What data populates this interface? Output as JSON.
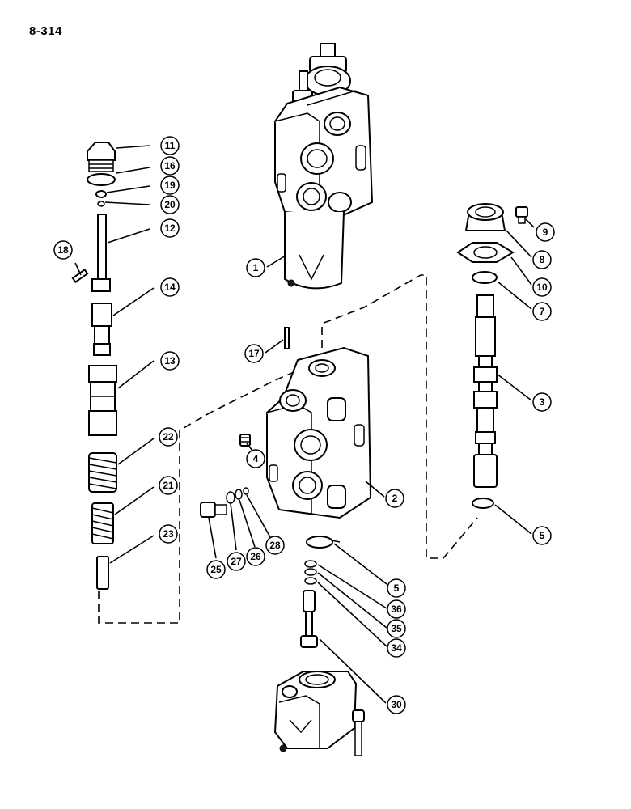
{
  "page_number": "8-314",
  "callouts": [
    {
      "n": "11"
    },
    {
      "n": "16"
    },
    {
      "n": "19"
    },
    {
      "n": "20"
    },
    {
      "n": "12"
    },
    {
      "n": "18"
    },
    {
      "n": "14"
    },
    {
      "n": "13"
    },
    {
      "n": "22"
    },
    {
      "n": "21"
    },
    {
      "n": "23"
    },
    {
      "n": "1"
    },
    {
      "n": "17"
    },
    {
      "n": "4"
    },
    {
      "n": "2"
    },
    {
      "n": "25"
    },
    {
      "n": "27"
    },
    {
      "n": "26"
    },
    {
      "n": "28"
    },
    {
      "n": "5"
    },
    {
      "n": "36"
    },
    {
      "n": "35"
    },
    {
      "n": "34"
    },
    {
      "n": "30"
    },
    {
      "n": "9"
    },
    {
      "n": "8"
    },
    {
      "n": "10"
    },
    {
      "n": "7"
    },
    {
      "n": "3"
    },
    {
      "n": "5"
    }
  ]
}
